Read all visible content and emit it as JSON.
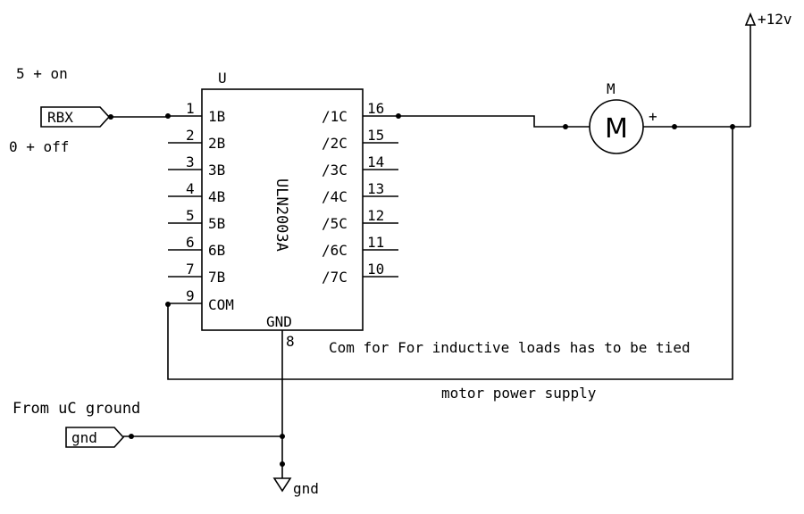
{
  "labels": {
    "on": "5 + on",
    "off": "0 + off",
    "rbx": "RBX",
    "chip_ref": "U",
    "chip_part": "ULN2003A",
    "gnd_pin_label": "GND",
    "gnd_pin_num": "8",
    "com_label": "COM",
    "com_pin": "9",
    "from_uc": "From uC ground",
    "gnd_port": "gnd",
    "gnd_symbol": "gnd",
    "motor_ref": "M",
    "motor_symbol": "M",
    "motor_plus": "+",
    "vsupply": "+12v",
    "note_line1": "Com for For inductive loads has to be tied",
    "note_line2": "motor power supply"
  },
  "inputs": [
    {
      "pin": "1",
      "label": "1B"
    },
    {
      "pin": "2",
      "label": "2B"
    },
    {
      "pin": "3",
      "label": "3B"
    },
    {
      "pin": "4",
      "label": "4B"
    },
    {
      "pin": "5",
      "label": "5B"
    },
    {
      "pin": "6",
      "label": "6B"
    },
    {
      "pin": "7",
      "label": "7B"
    }
  ],
  "outputs": [
    {
      "pin": "16",
      "label": "/1C"
    },
    {
      "pin": "15",
      "label": "/2C"
    },
    {
      "pin": "14",
      "label": "/3C"
    },
    {
      "pin": "13",
      "label": "/4C"
    },
    {
      "pin": "12",
      "label": "/5C"
    },
    {
      "pin": "11",
      "label": "/6C"
    },
    {
      "pin": "10",
      "label": "/7C"
    }
  ]
}
